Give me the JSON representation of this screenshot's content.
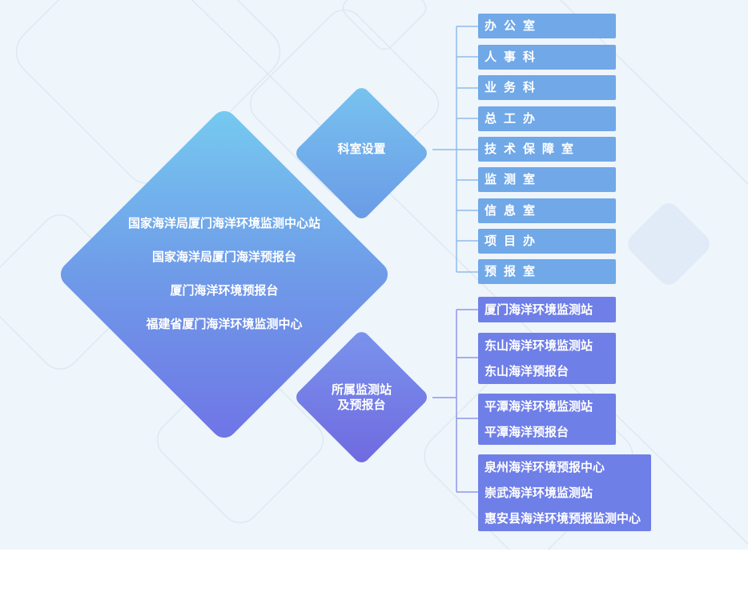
{
  "colors": {
    "background": "#eef5fb",
    "connector": "#8fbbe9",
    "dept_box": "#70a8e8",
    "station_box": "#6f7fe8",
    "main_gradient_start": "#76cbf0",
    "main_gradient_end": "#6f74e6"
  },
  "main": {
    "lines": [
      "国家海洋局厦门海洋环境监测中心站",
      "国家海洋局厦门海洋预报台",
      "厦门海洋环境预报台",
      "福建省厦门海洋环境监测中心"
    ]
  },
  "departments": {
    "label": "科室设置",
    "items": [
      "办公室",
      "人事科",
      "业务科",
      "总工办",
      "技术保障室",
      "监测室",
      "信息室",
      "项目办",
      "预报室"
    ]
  },
  "stations": {
    "label_line1": "所属监测站",
    "label_line2": "及预报台",
    "groups": [
      [
        "厦门海洋环境监测站"
      ],
      [
        "东山海洋环境监测站",
        "东山海洋预报台"
      ],
      [
        "平潭海洋环境监测站",
        "平潭海洋预报台"
      ],
      [
        "泉州海洋环境预报中心",
        "崇武海洋环境监测站",
        "惠安县海洋环境预报监测中心"
      ]
    ]
  }
}
